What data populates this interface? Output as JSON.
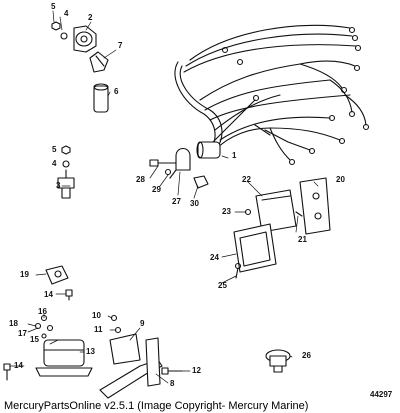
{
  "diagram": {
    "callouts": [
      "1",
      "2",
      "3",
      "4",
      "5",
      "6",
      "7",
      "8",
      "9",
      "10",
      "11",
      "12",
      "13",
      "14",
      "15",
      "16",
      "17",
      "18",
      "19",
      "20",
      "21",
      "22",
      "23",
      "24",
      "25",
      "26",
      "27",
      "28",
      "29",
      "30"
    ],
    "drawing_number": "44297"
  },
  "footer": {
    "text": "MercuryPartsOnline v2.5.1 (Image Copyright- Mercury Marine)"
  }
}
